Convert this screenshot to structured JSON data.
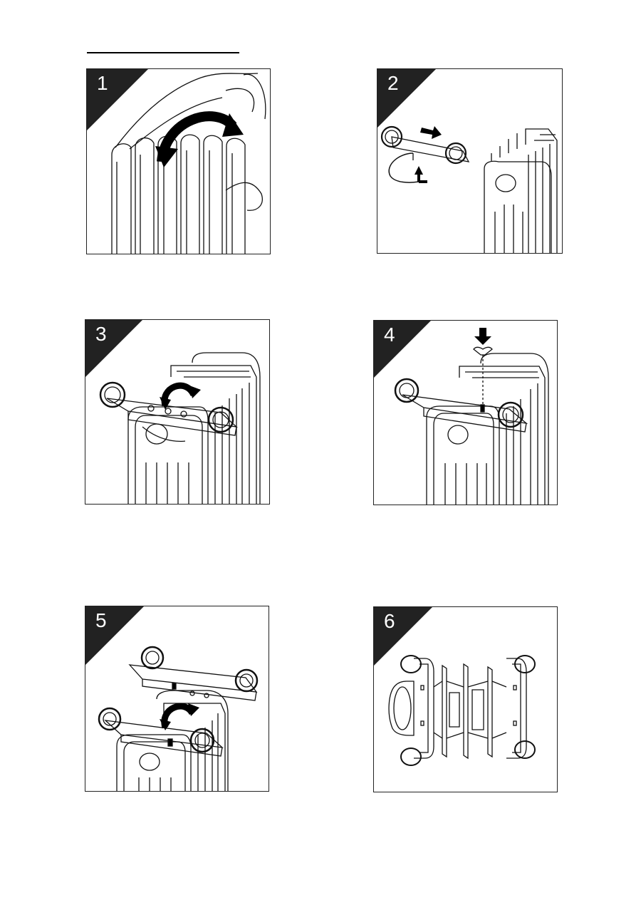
{
  "steps": [
    {
      "number": "1"
    },
    {
      "number": "2"
    },
    {
      "number": "3"
    },
    {
      "number": "4"
    },
    {
      "number": "5"
    },
    {
      "number": "6"
    }
  ]
}
